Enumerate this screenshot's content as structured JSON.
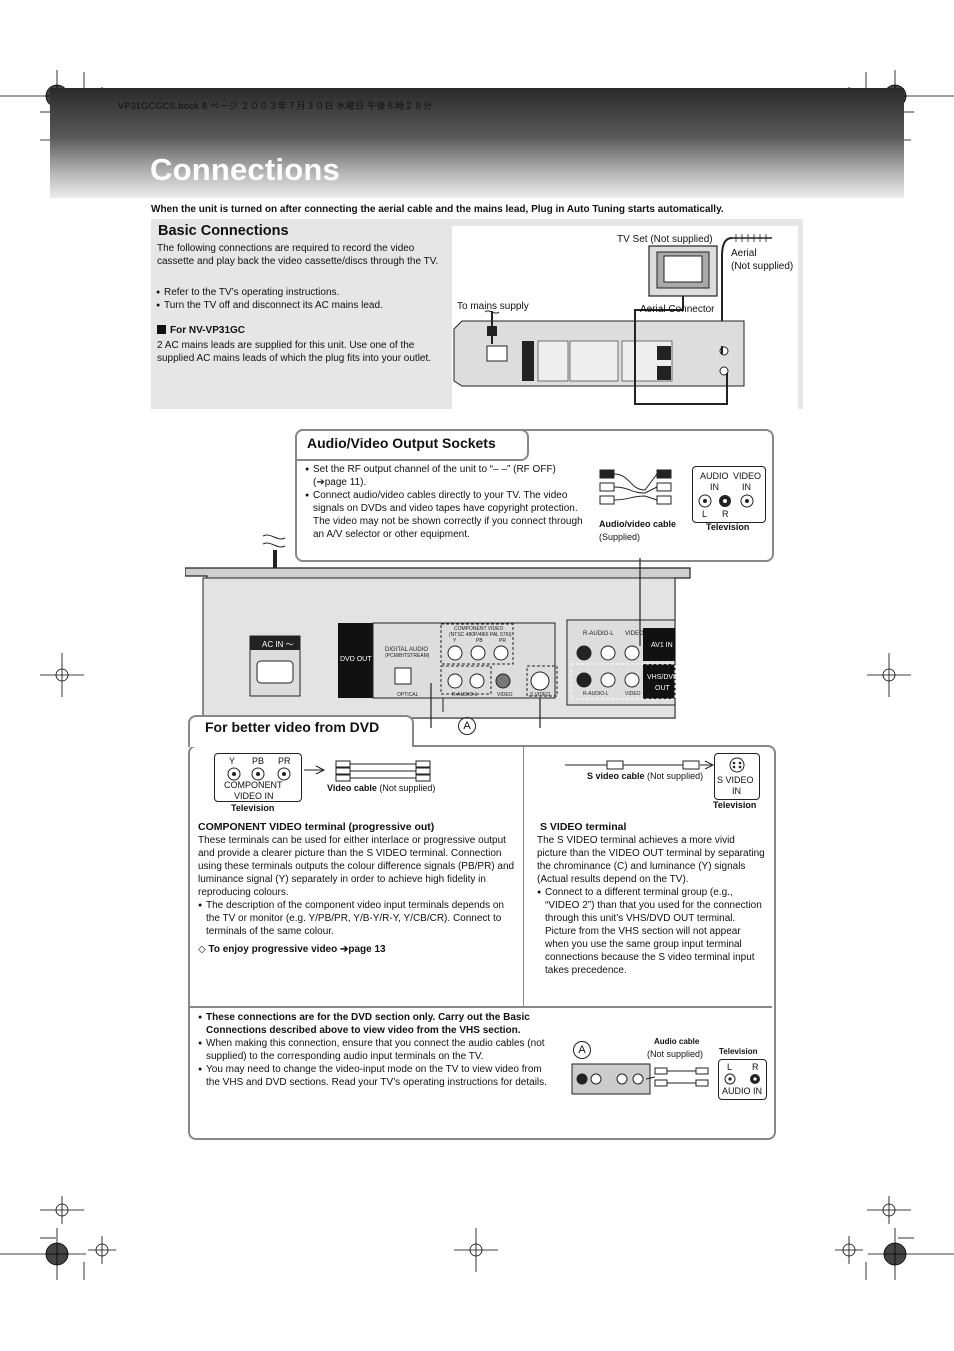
{
  "header": {
    "file_info": "VP31GCGCS.book  8 ページ  ２００３年７月３０日  水曜日  午後８時２８分",
    "title": "Connections"
  },
  "intro_note": "When the unit is turned on after connecting the aerial cable and the mains lead, Plug in Auto Tuning starts automatically.",
  "basic": {
    "title": "Basic Connections",
    "description": "The following connections are required to record the video cassette and play back the video cassette/discs through the TV.",
    "bullets": [
      "Refer to the TV’s operating instructions.",
      "Turn the TV off and disconnect its AC mains lead."
    ],
    "for_model": "For NV-VP31GC",
    "model_note": "2 AC mains leads are supplied for this unit. Use one of the supplied AC mains leads of which the plug fits into your outlet.",
    "diagram": {
      "tv_set": "TV Set (Not supplied)",
      "aerial": "Aerial",
      "aerial_note": "(Not supplied)",
      "mains": "To mains supply",
      "aerial_connector": "Aerial Connector"
    }
  },
  "av_output": {
    "title": "Audio/Video Output Sockets",
    "notes": [
      "Set the RF output channel of the unit to “– –” (RF OFF) (➔page 11).",
      "Connect audio/video cables directly to your TV. The video signals on DVDs and video tapes have copyright protection. The video may not be shown correctly if you connect through an A/V selector or other equipment."
    ],
    "cable_label": "Audio/video cable",
    "cable_note": "(Supplied)",
    "tv_audio": "AUDIO",
    "tv_video": "VIDEO",
    "tv_in": "IN",
    "tv_l": "L",
    "tv_r": "R",
    "tv_label": "Television"
  },
  "panel": {
    "ac_in": "AC IN ～",
    "dvd_out": "DVD OUT",
    "digital_audio": "DIGITAL AUDIO",
    "digital_audio_sub": "(PCM/BITSTREAM)",
    "optical": "OPTICAL",
    "component_video": "COMPONENT VIDEO",
    "component_sub": "(NTSC 480P/480I PAL 576I)",
    "y": "Y",
    "pb": "PB",
    "pr": "PR",
    "r_audio_l": "R-AUDIO-L",
    "video": "VIDEO",
    "s_video": "S VIDEO",
    "av1_in": "AV1 IN",
    "vhs_dvd_out_1": "VHS/DVD",
    "vhs_dvd_out_2": "OUT",
    "marker": "A"
  },
  "better_video": {
    "title": "For better video from DVD",
    "comp_tv": {
      "y": "Y",
      "pb": "PB",
      "pr": "PR",
      "line1": "COMPONENT",
      "line2": "VIDEO IN",
      "tv": "Television"
    },
    "video_cable": "Video cable",
    "video_cable_note": "(Not supplied)",
    "s_video_cable": "S video cable",
    "s_video_cable_note": "(Not supplied)",
    "sv_tv": {
      "line1": "S VIDEO",
      "line2": "IN",
      "tv": "Television"
    },
    "component_heading": "COMPONENT VIDEO terminal (progressive out)",
    "component_text": "These terminals can be used for either interlace or progressive output and provide a clearer picture than the S VIDEO terminal. Connection using these terminals outputs the colour difference signals (PB/PR) and luminance signal (Y) separately in order to achieve high fidelity in reproducing colours.",
    "component_bullet": "The description of the component video input terminals depends on the TV or monitor (e.g. Y/PB/PR, Y/B-Y/R-Y, Y/CB/CR). Connect to terminals of the same colour.",
    "progressive_note": "To enjoy progressive video ➔page 13",
    "s_video_heading": "S VIDEO terminal",
    "s_video_text": "The S VIDEO terminal achieves a more vivid picture than the VIDEO OUT terminal by separating the chrominance (C) and luminance (Y) signals (Actual results depend on the TV).",
    "s_video_bullet": "Connect to a different terminal group (e.g., “VIDEO 2”) than that you used for the connection through this unit’s VHS/DVD OUT terminal. Picture from the VHS section will not appear when you use the same group input terminal connections because the S video terminal input takes precedence.",
    "bottom_notes": [
      "These connections are for the DVD section only. Carry out the Basic Connections described above to view video from the VHS section.",
      "When making this connection, ensure that you connect the audio cables (not supplied) to the corresponding audio input terminals on the TV.",
      "You may need to change the video-input mode on the TV to view video from the VHS and DVD sections. Read your TV’s operating instructions for details."
    ],
    "audio_cable": "Audio cable",
    "audio_cable_note": "(Not supplied)",
    "audio_tv": "Television",
    "audio_l": "L",
    "audio_r": "R",
    "audio_in": "AUDIO IN",
    "marker": "A"
  }
}
